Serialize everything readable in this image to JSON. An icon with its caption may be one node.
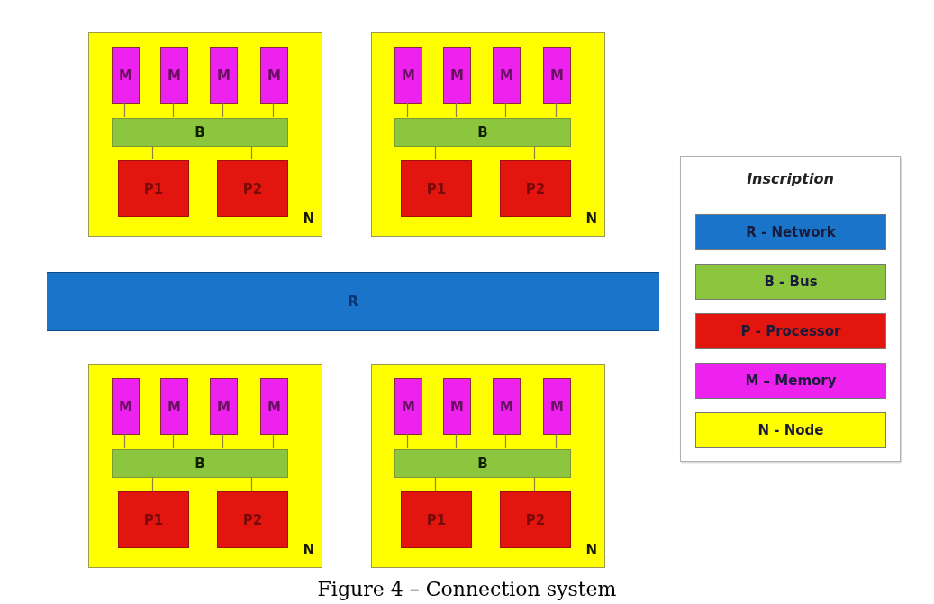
{
  "diagram": {
    "caption": "Figure 4 – Connection system",
    "nodes": [
      {
        "text": [
          "N"
        ]
      },
      {
        "text": [
          "M"
        ],
        "in": 0
      },
      {
        "text": [
          "M"
        ],
        "in": 0
      },
      {
        "text": [
          "M"
        ],
        "in": 0
      },
      {
        "text": [
          "M"
        ],
        "in": 0
      },
      {
        "text": [
          "B"
        ],
        "in": 0
      },
      {
        "text": [
          "P1"
        ],
        "in": 0
      },
      {
        "text": [
          "P2"
        ],
        "in": 0
      },
      {
        "text": [
          "N"
        ]
      },
      {
        "text": [
          "M"
        ],
        "in": 8
      },
      {
        "text": [
          "M"
        ],
        "in": 8
      },
      {
        "text": [
          "M"
        ],
        "in": 8
      },
      {
        "text": [
          "M"
        ],
        "in": 8
      },
      {
        "text": [
          "B"
        ],
        "in": 8
      },
      {
        "text": [
          "P1"
        ],
        "in": 8
      },
      {
        "text": [
          "P2"
        ],
        "in": 8
      },
      {
        "text": [
          "R"
        ]
      },
      {
        "text": [
          "N"
        ]
      },
      {
        "text": [
          "M"
        ],
        "in": 17
      },
      {
        "text": [
          "M"
        ],
        "in": 17
      },
      {
        "text": [
          "M"
        ],
        "in": 17
      },
      {
        "text": [
          "M"
        ],
        "in": 17
      },
      {
        "text": [
          "B"
        ],
        "in": 17
      },
      {
        "text": [
          "P1"
        ],
        "in": 17
      },
      {
        "text": [
          "P2"
        ],
        "in": 17
      },
      {
        "text": [
          "N"
        ]
      },
      {
        "text": [
          "M"
        ],
        "in": 25
      },
      {
        "text": [
          "M"
        ],
        "in": 25
      },
      {
        "text": [
          "M"
        ],
        "in": 25
      },
      {
        "text": [
          "M"
        ],
        "in": 25
      },
      {
        "text": [
          "B"
        ],
        "in": 25
      },
      {
        "text": [
          "P1"
        ],
        "in": 25
      },
      {
        "text": [
          "P2"
        ],
        "in": 25
      }
    ],
    "edges": [
      {
        "from": 1,
        "to": 5,
        "arrow": "none"
      },
      {
        "from": 2,
        "to": 5,
        "arrow": "none"
      },
      {
        "from": 3,
        "to": 5,
        "arrow": "none"
      },
      {
        "from": 4,
        "to": 5,
        "arrow": "none"
      },
      {
        "from": 5,
        "to": 6,
        "arrow": "none"
      },
      {
        "from": 5,
        "to": 7,
        "arrow": "none"
      },
      {
        "from": 9,
        "to": 13,
        "arrow": "none"
      },
      {
        "from": 10,
        "to": 13,
        "arrow": "none"
      },
      {
        "from": 11,
        "to": 13,
        "arrow": "none"
      },
      {
        "from": 12,
        "to": 13,
        "arrow": "none"
      },
      {
        "from": 13,
        "to": 14,
        "arrow": "none"
      },
      {
        "from": 13,
        "to": 15,
        "arrow": "none"
      },
      {
        "from": 18,
        "to": 22,
        "arrow": "none"
      },
      {
        "from": 19,
        "to": 22,
        "arrow": "none"
      },
      {
        "from": 20,
        "to": 22,
        "arrow": "none"
      },
      {
        "from": 21,
        "to": 22,
        "arrow": "none"
      },
      {
        "from": 22,
        "to": 23,
        "arrow": "none"
      },
      {
        "from": 22,
        "to": 24,
        "arrow": "none"
      },
      {
        "from": 26,
        "to": 30,
        "arrow": "none"
      },
      {
        "from": 27,
        "to": 30,
        "arrow": "none"
      },
      {
        "from": 28,
        "to": 30,
        "arrow": "none"
      },
      {
        "from": 29,
        "to": 30,
        "arrow": "none"
      },
      {
        "from": 30,
        "to": 31,
        "arrow": "none"
      },
      {
        "from": 30,
        "to": 32,
        "arrow": "none"
      }
    ],
    "labels": [
      "Inscription"
    ],
    "legend": [
      {
        "text": "R - Network",
        "color": "#1a74c9"
      },
      {
        "text": "B - Bus",
        "color": "#8cc63f"
      },
      {
        "text": "P - Processor",
        "color": "#e2160f"
      },
      {
        "text": "M – Memory",
        "color": "#ee22ee"
      },
      {
        "text": "N - Node",
        "color": "#ffff00"
      }
    ]
  }
}
